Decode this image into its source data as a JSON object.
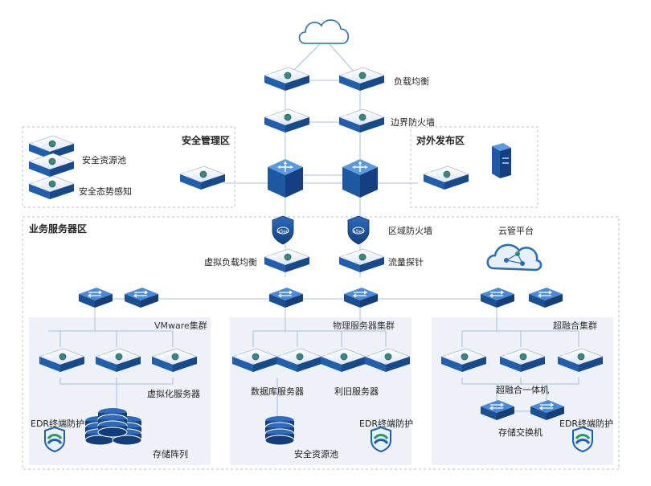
{
  "zones": {
    "security_mgmt": "安全管理区",
    "external_publish": "对外发布区",
    "business_servers": "业务服务器区"
  },
  "clusters": {
    "vmware": "VMware集群",
    "physical": "物理服务器集群",
    "hci": "超融合集群"
  },
  "labels": {
    "load_balance": "负载均衡",
    "border_firewall": "边界防火墙",
    "security_pool_top": "安全资源池",
    "situation_awareness": "安全态势感知",
    "zone_firewall": "区域防火墙",
    "cloud_platform": "云管平台",
    "virtual_lb": "虚拟负载均衡",
    "traffic_probe": "流量探针",
    "virtual_servers": "虚拟化服务器",
    "edr_vm": "EDR终端防护",
    "storage_array": "存储阵列",
    "db_servers": "数据库服务器",
    "legacy_servers": "利旧服务器",
    "edr_phys": "EDR终端防护",
    "security_pool_bottom": "安全资源池",
    "hci_appliance": "超融合一体机",
    "storage_switch": "存储交换机",
    "edr_hci": "EDR终端防护"
  },
  "badges": {
    "asec": "aSec"
  },
  "colors": {
    "device_blue": "#1f5fae",
    "device_light": "#e9eef6",
    "zone_border": "#bfc7d2",
    "cluster_bg": "#eef1f7",
    "line": "#8fb3d9",
    "cloud": "#2a6db5"
  }
}
